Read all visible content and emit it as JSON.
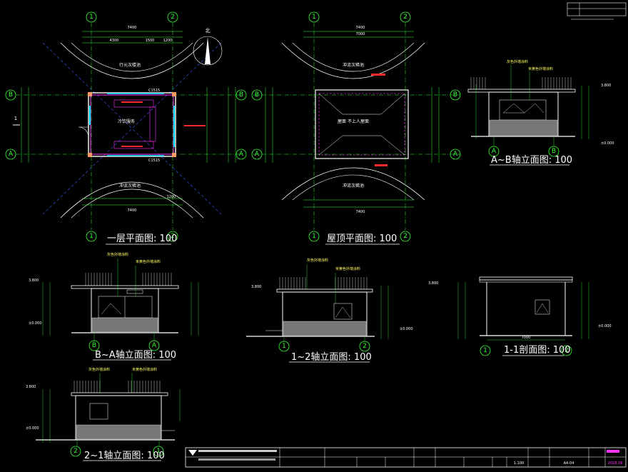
{
  "colors": {
    "background": "#000000",
    "axis": "#39ff39",
    "wall": "#ffffff",
    "accent": "#ff33ff",
    "window": "#00e5ff",
    "red": "#ff2a2a",
    "yellow": "#ffff66",
    "dim": "#cfcfcf"
  },
  "views": {
    "plan": {
      "title": "一层平面图: 100",
      "room_label": "冷饮服务",
      "zone_top": "行元次楼池",
      "zone_bottom": "冲流次稀池",
      "dim_total": "7400",
      "dim_sub": [
        "4300",
        "1500",
        "1200"
      ],
      "window_mark": "C1515",
      "axes": {
        "top": [
          "1",
          "2"
        ],
        "bottom": [
          "1",
          "2"
        ],
        "left": [
          "B",
          "A"
        ],
        "right": [
          "B",
          "A"
        ]
      }
    },
    "roof": {
      "title": "屋顶平面图: 100",
      "label": "屋面 不上人屋面",
      "zone_top": "冲流次稀池",
      "zone_bottom": "冲流次稀池",
      "dim_total": "7400",
      "dim_inner": "7000",
      "axes": {
        "top": [
          "1",
          "2"
        ],
        "bottom": [
          "1",
          "2"
        ],
        "left": [
          "B",
          "A"
        ],
        "right": [
          "B",
          "A"
        ]
      }
    },
    "elev_ab": {
      "title": "A~B轴立面图: 100",
      "axes": [
        "A",
        "B"
      ],
      "level_top": "3.800",
      "level_zero": "±0.000",
      "note1": "灰色外墙涂料",
      "note2": "米黄色外墙涂料"
    },
    "elev_ba": {
      "title": "B~A轴立面图: 100",
      "axes": [
        "B",
        "A"
      ],
      "level_top": "3.800",
      "level_zero": "±0.000",
      "note1": "灰色外墙涂料",
      "note2": "米黄色外墙涂料"
    },
    "elev_12": {
      "title": "1~2轴立面图: 100",
      "axes": [
        "1",
        "2"
      ],
      "level_top": "3.800",
      "level_zero": "±0.000",
      "note1": "灰色外墙涂料",
      "note2": "米黄色外墙涂料"
    },
    "section": {
      "title": "1-1剖面图: 100",
      "axes": [
        "1",
        "2"
      ],
      "level_top": "3.800",
      "level_zero": "±0.000",
      "dim_bottom": "7000"
    },
    "elev_21": {
      "title": "2~1轴立面图: 100",
      "axes": [
        "2",
        "1"
      ],
      "level_top": "3.800",
      "level_zero": "±0.000",
      "note1": "灰色外墙涂料",
      "note2": "米黄色外墙涂料"
    }
  },
  "title_block": {
    "scale": "1:100",
    "sheet": "A4-04",
    "date": "2018.09"
  }
}
